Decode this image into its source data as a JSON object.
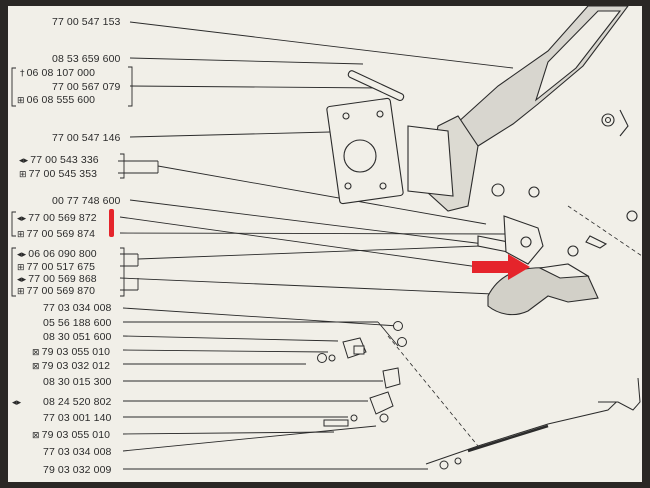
{
  "part_numbers": [
    {
      "text": "77 00 547 153",
      "symbol": ""
    },
    {
      "text": "08 53 659 600",
      "symbol": ""
    },
    {
      "text": "06 08 107 000",
      "symbol": "†"
    },
    {
      "text": "77 00 567 079",
      "symbol": ""
    },
    {
      "text": "06 08 555 600",
      "symbol": "⊞"
    },
    {
      "text": "77 00 547 146",
      "symbol": ""
    },
    {
      "text": "77 00 543 336",
      "symbol": "◂▸"
    },
    {
      "text": "77 00 545 353",
      "symbol": "⊞"
    },
    {
      "text": "00 77 748 600",
      "symbol": ""
    },
    {
      "text": "77 00 569 872",
      "symbol": "◂▸"
    },
    {
      "text": "77 00 569 874",
      "symbol": "⊞"
    },
    {
      "text": "06 06 090 800",
      "symbol": "◂▸"
    },
    {
      "text": "77 00 517 675",
      "symbol": "⊞"
    },
    {
      "text": "77 00 569 868",
      "symbol": "◂▸"
    },
    {
      "text": "77 00 569 870",
      "symbol": "⊞"
    },
    {
      "text": "77 03 034 008",
      "symbol": ""
    },
    {
      "text": "05 56 188 600",
      "symbol": ""
    },
    {
      "text": "08 30 051 600",
      "symbol": ""
    },
    {
      "text": "79 03 055 010",
      "symbol": "⊠"
    },
    {
      "text": "79 03 032 012",
      "symbol": "⊠"
    },
    {
      "text": "08 30 015 300",
      "symbol": ""
    },
    {
      "text": "08 24 520 802",
      "symbol": "◂▸"
    },
    {
      "text": "77 03 001 140",
      "symbol": ""
    },
    {
      "text": "79 03 055 010",
      "symbol": "⊠"
    },
    {
      "text": "77 03 034 008",
      "symbol": ""
    },
    {
      "text": "79 03 032 009",
      "symbol": ""
    }
  ],
  "colors": {
    "paper": "#f1efe8",
    "ink": "#2b2b2b",
    "highlight_red": "#e5242b"
  }
}
